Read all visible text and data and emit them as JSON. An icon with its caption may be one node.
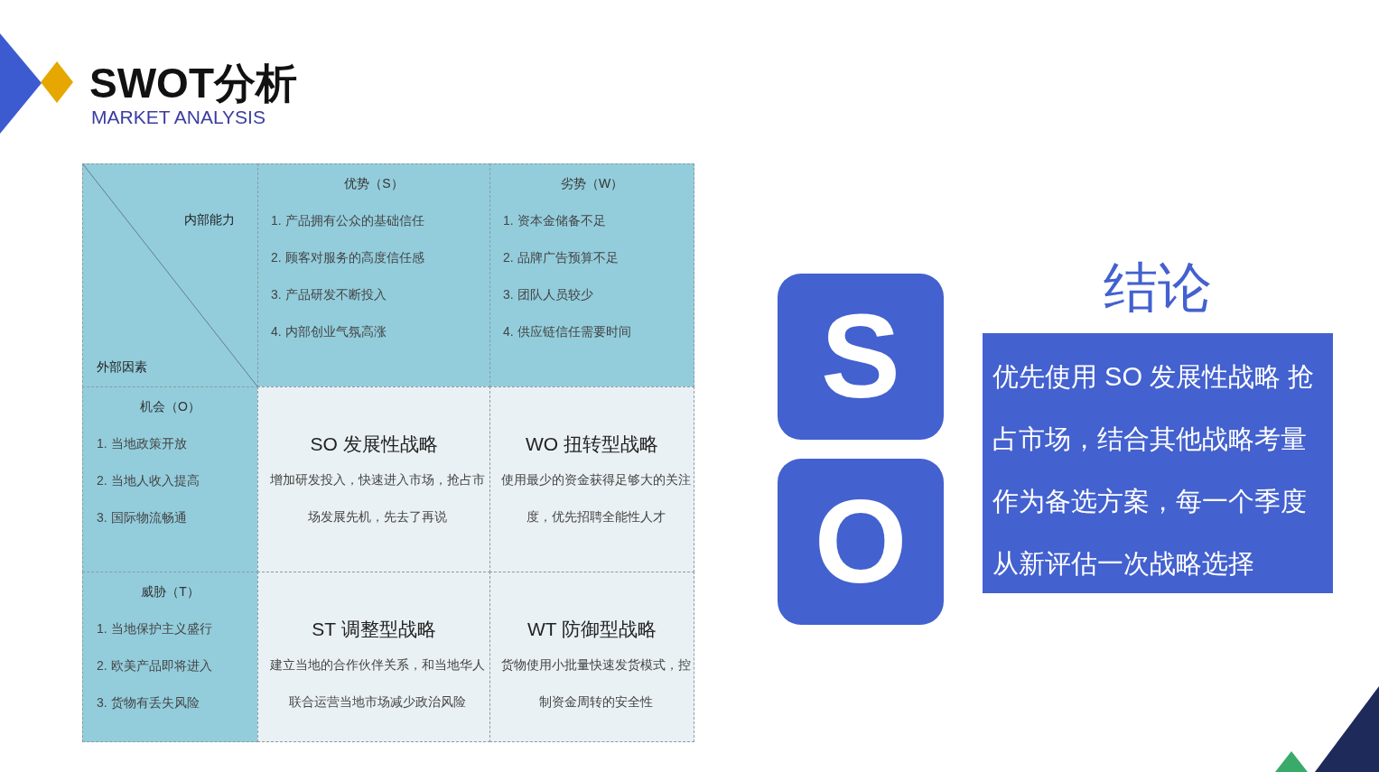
{
  "diagram": {
    "title": "SWOT分析",
    "nodes": [
      {
        "text": [
          "S"
        ]
      },
      {
        "text": [
          "O"
        ]
      },
      {
        "text": [
          "结论",
          "优先使用 SO 发展性战略 抢占市场，结合其他战略考量作为备选方案，每一个季度从新评估一次战略选择"
        ]
      }
    ],
    "labels": [
      "MARKET ANALYSIS",
      "内部能力",
      "外部因素",
      "优势（S）",
      "1. 产品拥有公众的基础信任",
      "2. 顾客对服务的高度信任感",
      "3. 产品研发不断投入",
      "4. 内部创业气氛高涨",
      "劣势（W）",
      "1. 资本金储备不足",
      "2. 品牌广告预算不足",
      "3. 团队人员较少",
      "4. 供应链信任需要时间",
      "机会（O）",
      "1. 当地政策开放",
      "2. 当地人收入提高",
      "3. 国际物流畅通",
      "SO 发展性战略",
      "增加研发投入，快速进入市场，抢占市场发展先机，先去了再说",
      "WO 扭转型战略",
      "使用最少的资金获得足够大的关注度，优先招聘全能性人才",
      "威胁（T）",
      "1. 当地保护主义盛行",
      "2. 欧美产品即将进入",
      "3. 货物有丢失风险",
      "ST 调整型战略",
      "建立当地的合作伙伴关系，和当地华人联合运营当地市场减少政治风险",
      "WT 防御型战略",
      "货物使用小批量快速发货模式，控制资金周转的安全性"
    ]
  }
}
